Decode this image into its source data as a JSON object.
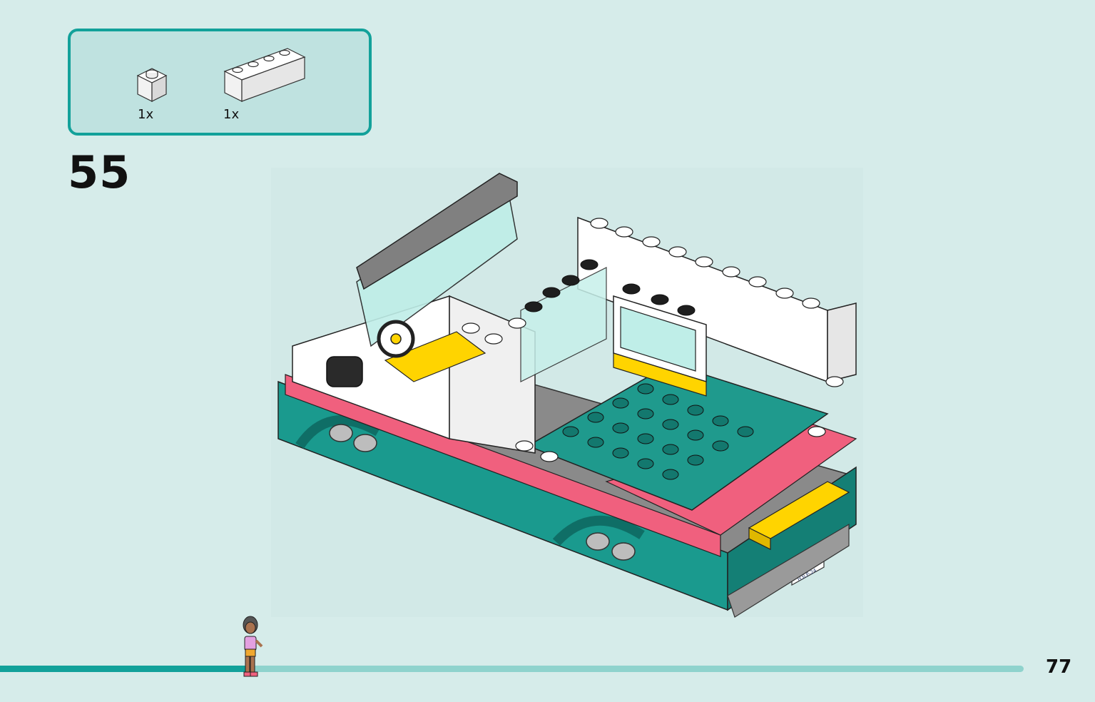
{
  "parts_list": {
    "items": [
      {
        "name": "brick-1x1-white",
        "qty": "1x"
      },
      {
        "name": "brick-1x4-white",
        "qty": "1x"
      }
    ]
  },
  "step": {
    "number": "55"
  },
  "model": {
    "license_plate": "H3LP-24"
  },
  "progress": {
    "fraction": 0.245
  },
  "page": {
    "number": "77"
  },
  "colors": {
    "background": "#d6ecea",
    "accent": "#12a19a",
    "track": "#8fd3cd",
    "teal_body": "#1a9a8e",
    "pink_stripe": "#f0607e",
    "yellow": "#ffd400"
  }
}
